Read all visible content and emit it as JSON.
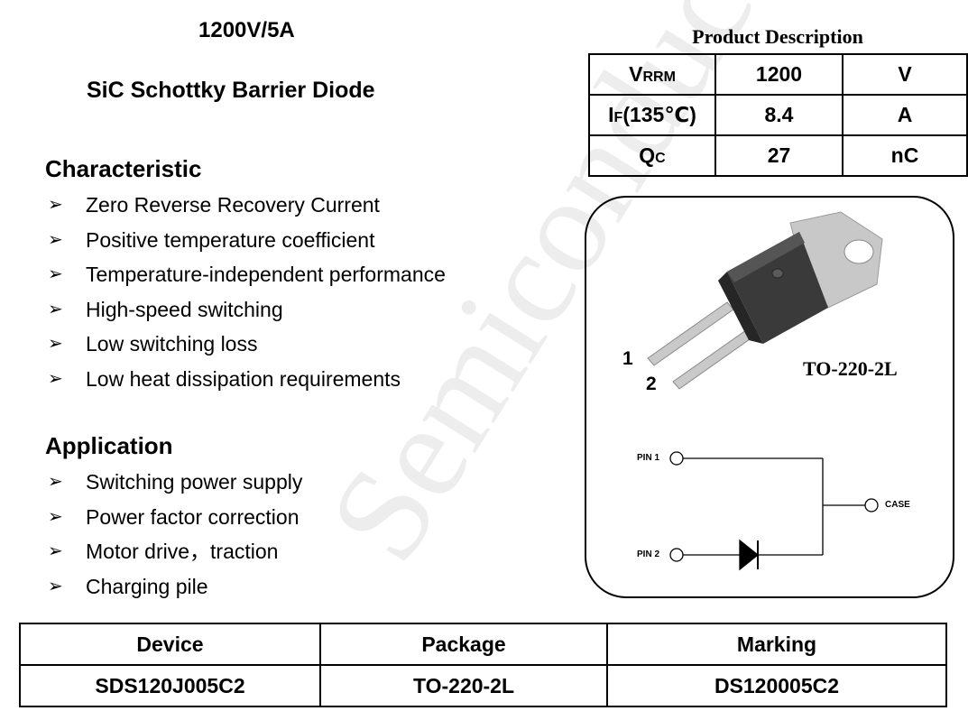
{
  "header": {
    "rating": "1200V/5A",
    "device_type": "SiC Schottky Barrier Diode"
  },
  "characteristic": {
    "heading": "Characteristic",
    "items": [
      "Zero Reverse Recovery Current",
      "Positive temperature coefficient",
      "Temperature-independent performance",
      "High-speed switching",
      "Low switching loss",
      "Low heat dissipation requirements"
    ]
  },
  "application": {
    "heading": "Application",
    "items": [
      "Switching power supply",
      "Power factor correction",
      "Motor drive，traction",
      "Charging pile"
    ]
  },
  "bullet_glyph": "➢",
  "product_description": {
    "caption": "Product Description",
    "rows": [
      {
        "param_main": "V",
        "param_sub": "RRM",
        "param_tail": "",
        "value": "1200",
        "unit": "V"
      },
      {
        "param_main": "I",
        "param_sub": "F",
        "param_tail": "(135℃)",
        "value": "8.4",
        "unit": "A"
      },
      {
        "param_main": "Q",
        "param_sub": "C",
        "param_tail": "",
        "value": "27",
        "unit": "nC"
      }
    ]
  },
  "package": {
    "name": "TO-220-2L",
    "pin1": "1",
    "pin2": "2"
  },
  "schematic": {
    "pin1_label": "PIN 1",
    "pin2_label": "PIN 2",
    "case_label": "CASE"
  },
  "device_table": {
    "headers": [
      "Device",
      "Package",
      "Marking"
    ],
    "row": [
      "SDS120J005C2",
      "TO-220-2L",
      "DS120005C2"
    ]
  },
  "watermark": {
    "text": "Semiconductor",
    "color": "#e0e0e0"
  }
}
